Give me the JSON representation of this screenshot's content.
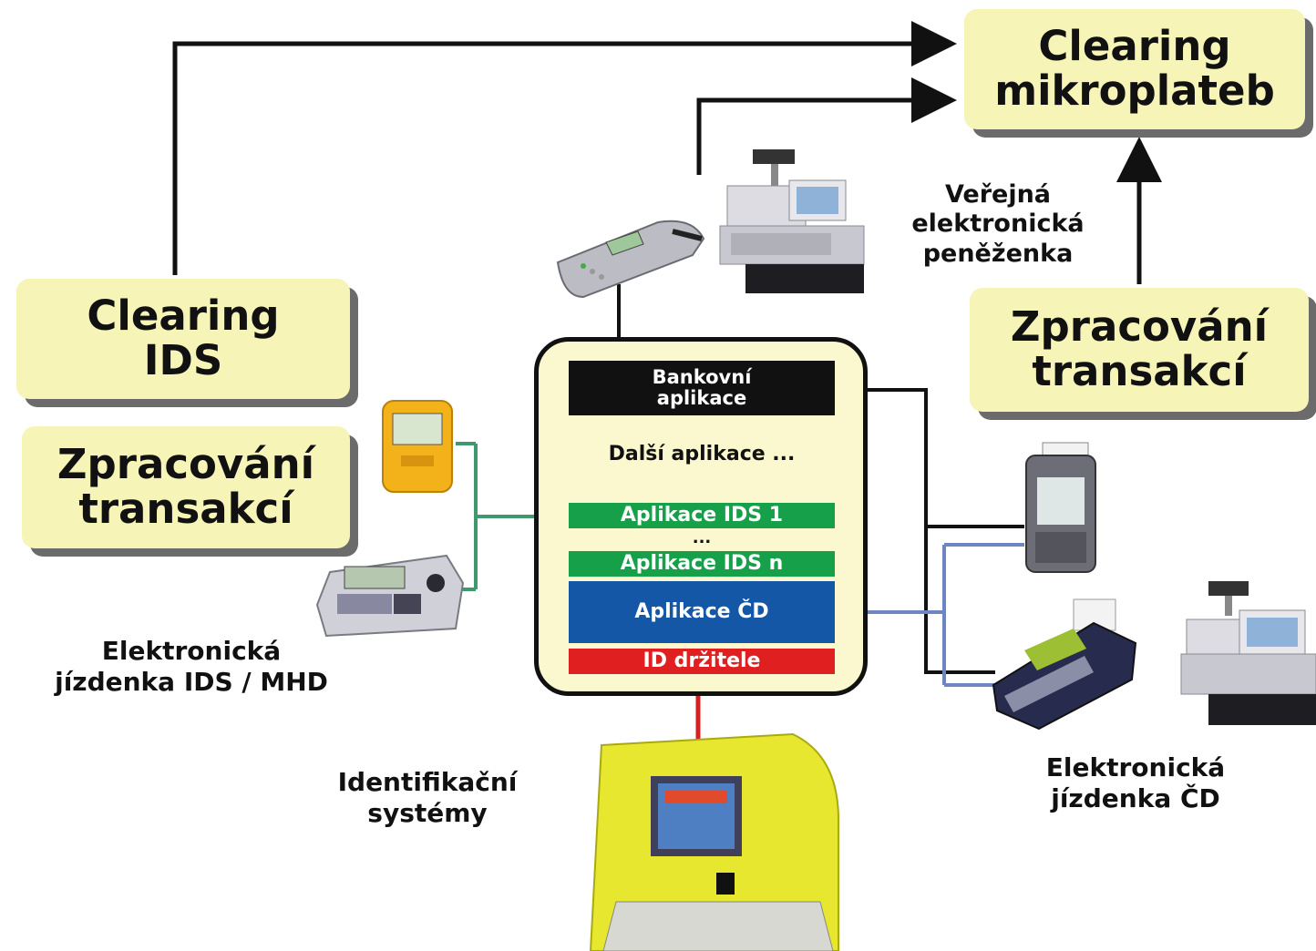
{
  "boxes": {
    "clearing_mikroplateb": [
      "Clearing",
      "mikroplateb"
    ],
    "clearing_ids": [
      "Clearing",
      "IDS"
    ],
    "zpracovani_left": [
      "Zpracování",
      "transakcí"
    ],
    "zpracovani_right": [
      "Zpracování",
      "transakcí"
    ]
  },
  "labels": {
    "verejna": [
      "Veřejná",
      "elektronická",
      "peněženka"
    ],
    "jizdenka_ids": [
      "Elektronická",
      "jízdenka IDS / MHD"
    ],
    "identifikacni": [
      "Identifikační",
      "systémy"
    ],
    "jizdenka_cd": [
      "Elektronická",
      "jízdenka ČD"
    ]
  },
  "card": {
    "bankovni": [
      "Bankovní",
      "aplikace"
    ],
    "dalsi": "Další aplikace ...",
    "ids1": "Aplikace IDS 1",
    "dots": "...",
    "idsn": "Aplikace IDS n",
    "cd": "Aplikace ČD",
    "id": "ID držitele"
  },
  "colors": {
    "box_fill": "#f7f4b8",
    "card_fill": "#fbf8cf",
    "bankovni_bar": "#111111",
    "ids_bar": "#16a04a",
    "cd_bar": "#1457a6",
    "id_bar": "#e02020",
    "green_wire": "#3d9a6e",
    "blue_wire": "#6b86c0",
    "red_wire": "#d42020"
  },
  "devices": [
    "pos-terminal-icon",
    "cash-register-icon",
    "ticket-validator-icon",
    "ticket-printer-icon",
    "handheld-terminal-icon",
    "card-payment-terminal-icon",
    "kiosk-icon"
  ]
}
